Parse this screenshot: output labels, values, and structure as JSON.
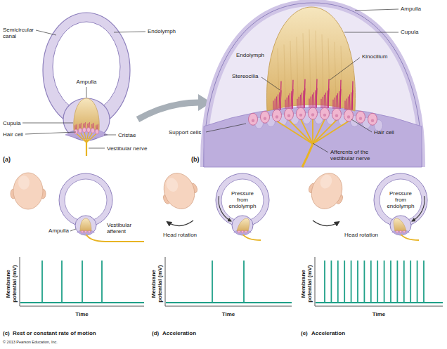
{
  "diagram": {
    "labels": [
      "Semicircular canal",
      "Endolymph",
      "Ampulla",
      "Cupula",
      "Hair cell",
      "Cristae",
      "Vestibular nerve",
      "(a)",
      "Ampulla",
      "Cupula",
      "Kinocilium",
      "Endolymph",
      "Stereocilia",
      "Support cells",
      "Hair cell",
      "Afferents of the vestibular nerve",
      "(b)",
      "Ampulla",
      "Vestibular afferent",
      "Membrane potential (mV)",
      "Time",
      "(c)",
      "Rest or constant rate of motion",
      "Head rotation",
      "Pressure from endolymph",
      "Membrane potential (mV)",
      "Time",
      "(d)",
      "Acceleration",
      "Head rotation",
      "Pressure from endolymph",
      "Membrane potential (mV)",
      "Time",
      "(e)",
      "Acceleration",
      "© 2013 Pearson Education, Inc."
    ]
  }
}
